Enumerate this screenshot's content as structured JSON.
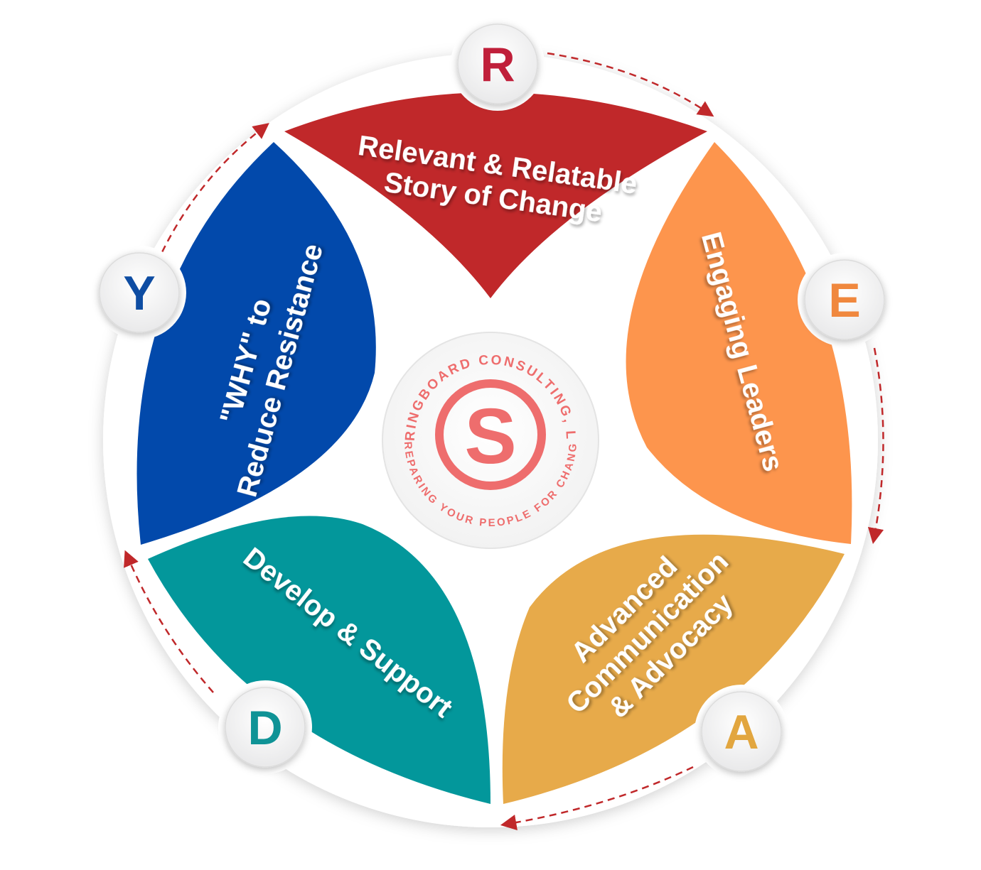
{
  "diagram": {
    "segments": [
      {
        "id": "r",
        "letter": "R",
        "lines": [
          "Relevant & Relatable",
          "Story of Change"
        ],
        "color": "#C0282A",
        "letter_color": "#C01F3A"
      },
      {
        "id": "e",
        "letter": "E",
        "lines": [
          "Engaging Leaders"
        ],
        "color": "#FD954D",
        "letter_color": "#F0883E"
      },
      {
        "id": "a",
        "letter": "A",
        "lines": [
          "Advanced",
          "Communication",
          "& Advocacy"
        ],
        "color": "#E7AA4A",
        "letter_color": "#E2A63F"
      },
      {
        "id": "d",
        "letter": "D",
        "lines": [
          "Develop & Support"
        ],
        "color": "#03979B",
        "letter_color": "#0F9396"
      },
      {
        "id": "y",
        "letter": "Y",
        "lines": [
          "\"WHY\" to",
          "Reduce Resistance"
        ],
        "color": "#0249AB",
        "letter_color": "#0E4DA3"
      }
    ],
    "arrow_color": "#C0282A"
  },
  "logo": {
    "top_text": "SPRINGBOARD CONSULTING, LLC",
    "bottom_text": "PREPARING YOUR PEOPLE FOR CHANGE",
    "mark": "S",
    "color": "#EE6D6D"
  }
}
